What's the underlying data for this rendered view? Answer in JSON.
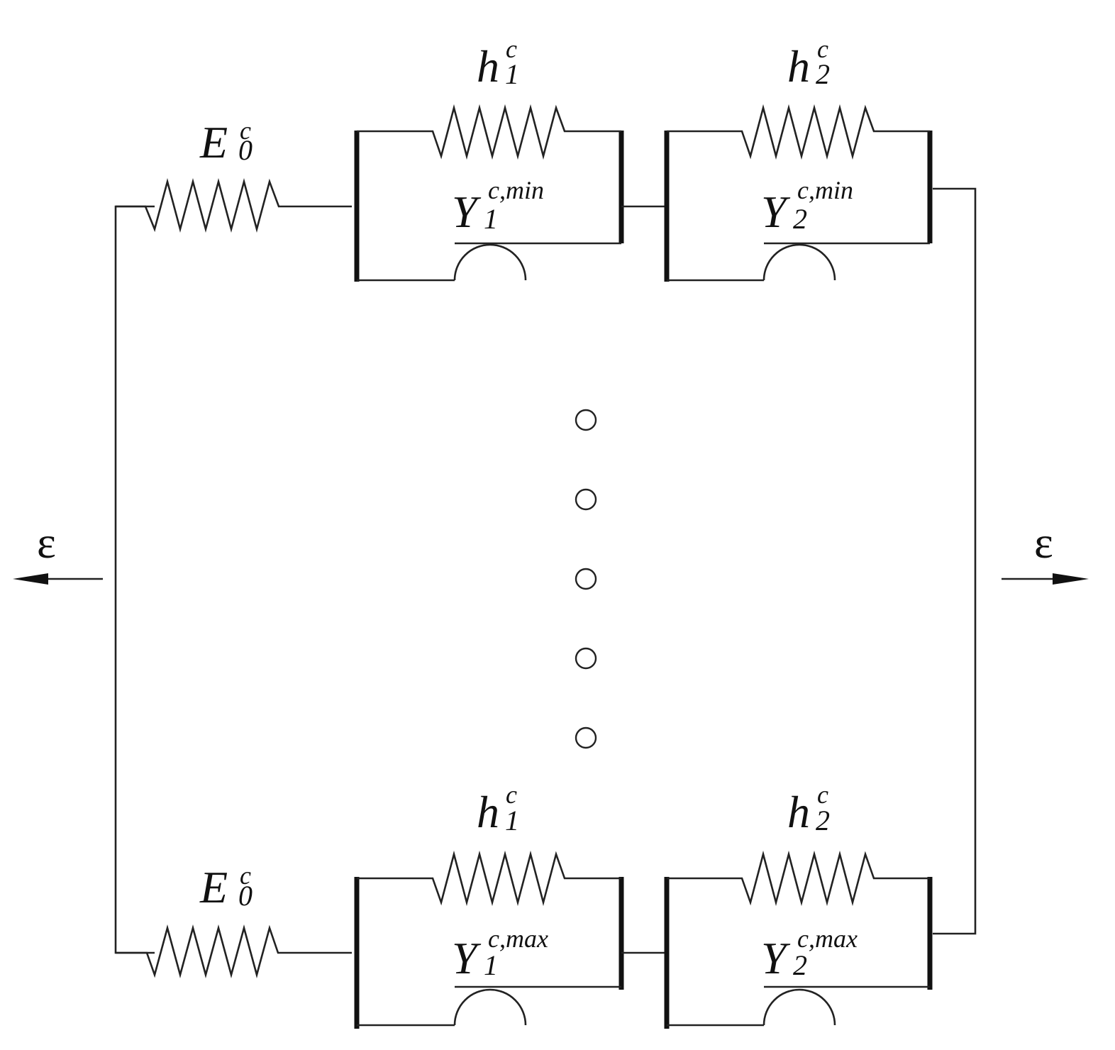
{
  "labels": {
    "top_E": {
      "main": "E",
      "sup": "c",
      "sub": "0"
    },
    "top_h1": {
      "main": "h",
      "sup": "c",
      "sub": "1"
    },
    "top_h2": {
      "main": "h",
      "sup": "c",
      "sub": "2"
    },
    "top_Y1": {
      "main": "Y",
      "sup": "c,min",
      "sub": "1"
    },
    "top_Y2": {
      "main": "Y",
      "sup": "c,min",
      "sub": "2"
    },
    "bot_E": {
      "main": "E",
      "sup": "c",
      "sub": "0"
    },
    "bot_h1": {
      "main": "h",
      "sup": "c",
      "sub": "1"
    },
    "bot_h2": {
      "main": "h",
      "sup": "c",
      "sub": "2"
    },
    "bot_Y1": {
      "main": "Y",
      "sup": "c,max",
      "sub": "1"
    },
    "bot_Y2": {
      "main": "Y",
      "sup": "c,max",
      "sub": "2"
    },
    "eps_left": "ε",
    "eps_right": "ε"
  },
  "ellipsis_dot_count": 5
}
